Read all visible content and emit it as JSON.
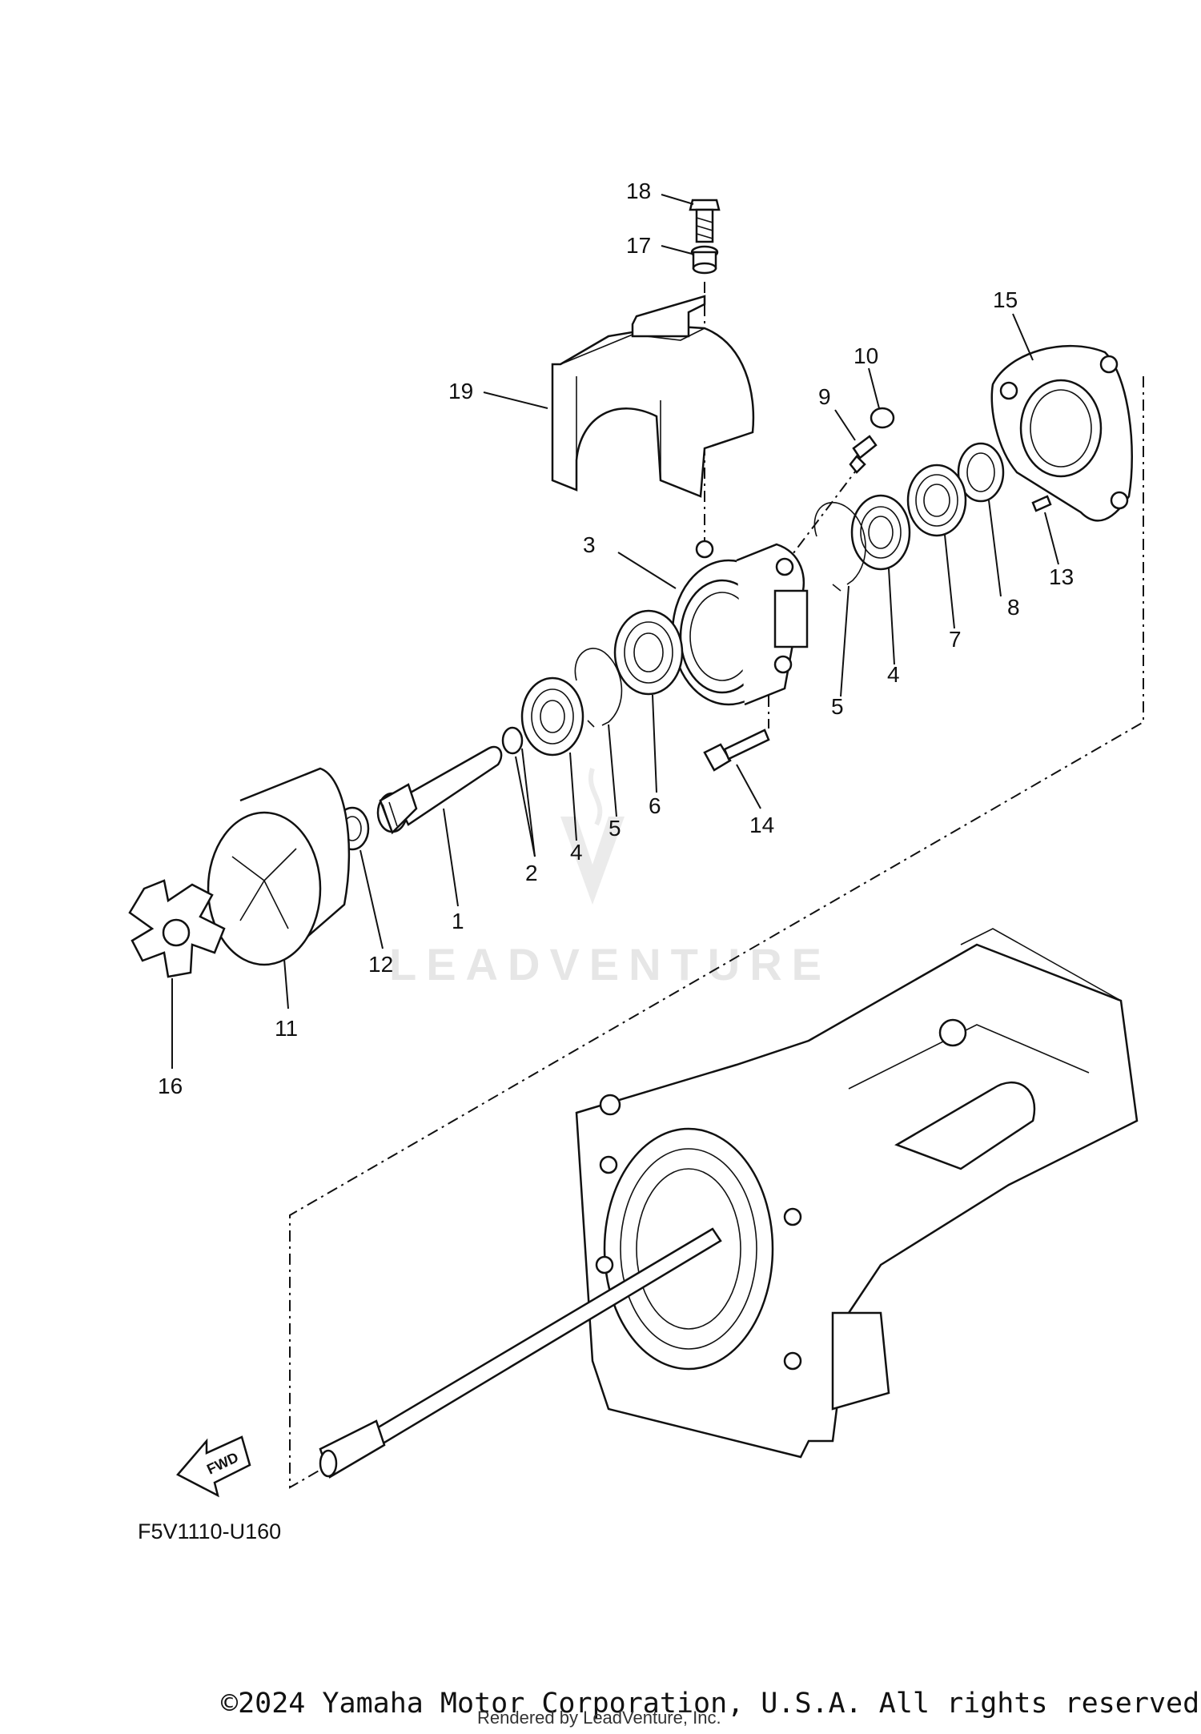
{
  "callouts": [
    {
      "label": "18"
    },
    {
      "label": "17"
    },
    {
      "label": "19"
    },
    {
      "label": "15"
    },
    {
      "label": "10"
    },
    {
      "label": "9"
    },
    {
      "label": "3"
    },
    {
      "label": "13"
    },
    {
      "label": "8"
    },
    {
      "label": "7"
    },
    {
      "label": "4"
    },
    {
      "label": "5"
    },
    {
      "label": "6"
    },
    {
      "label": "5"
    },
    {
      "label": "4"
    },
    {
      "label": "14"
    },
    {
      "label": "2"
    },
    {
      "label": "1"
    },
    {
      "label": "12"
    },
    {
      "label": "11"
    },
    {
      "label": "16"
    }
  ],
  "fwd_label": "FWD",
  "diagram_code": "F5V1110-U160",
  "watermark": "LEADVENTURE",
  "copyright": "©2024 Yamaha Motor Corporation, U.S.A. All rights reserved.",
  "rendered_by": "Rendered by LeadVenture, Inc."
}
